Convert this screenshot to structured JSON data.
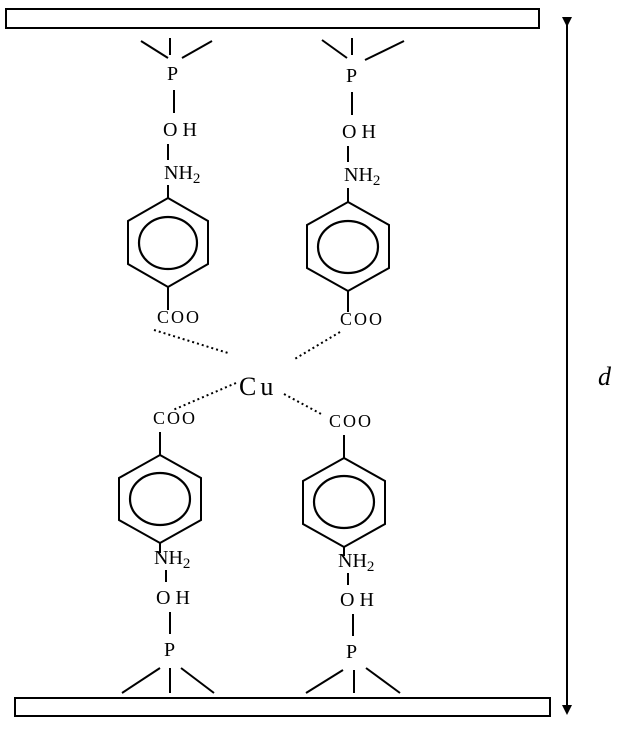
{
  "labels": {
    "copper": "Cu",
    "phosphorus": "P",
    "hydroxyl": "OH",
    "amine_prefix": "NH",
    "amine_sub": "2",
    "carboxylate": "COO",
    "distance": "d"
  },
  "colors": {
    "ink": "#000000",
    "background": "#ffffff"
  }
}
